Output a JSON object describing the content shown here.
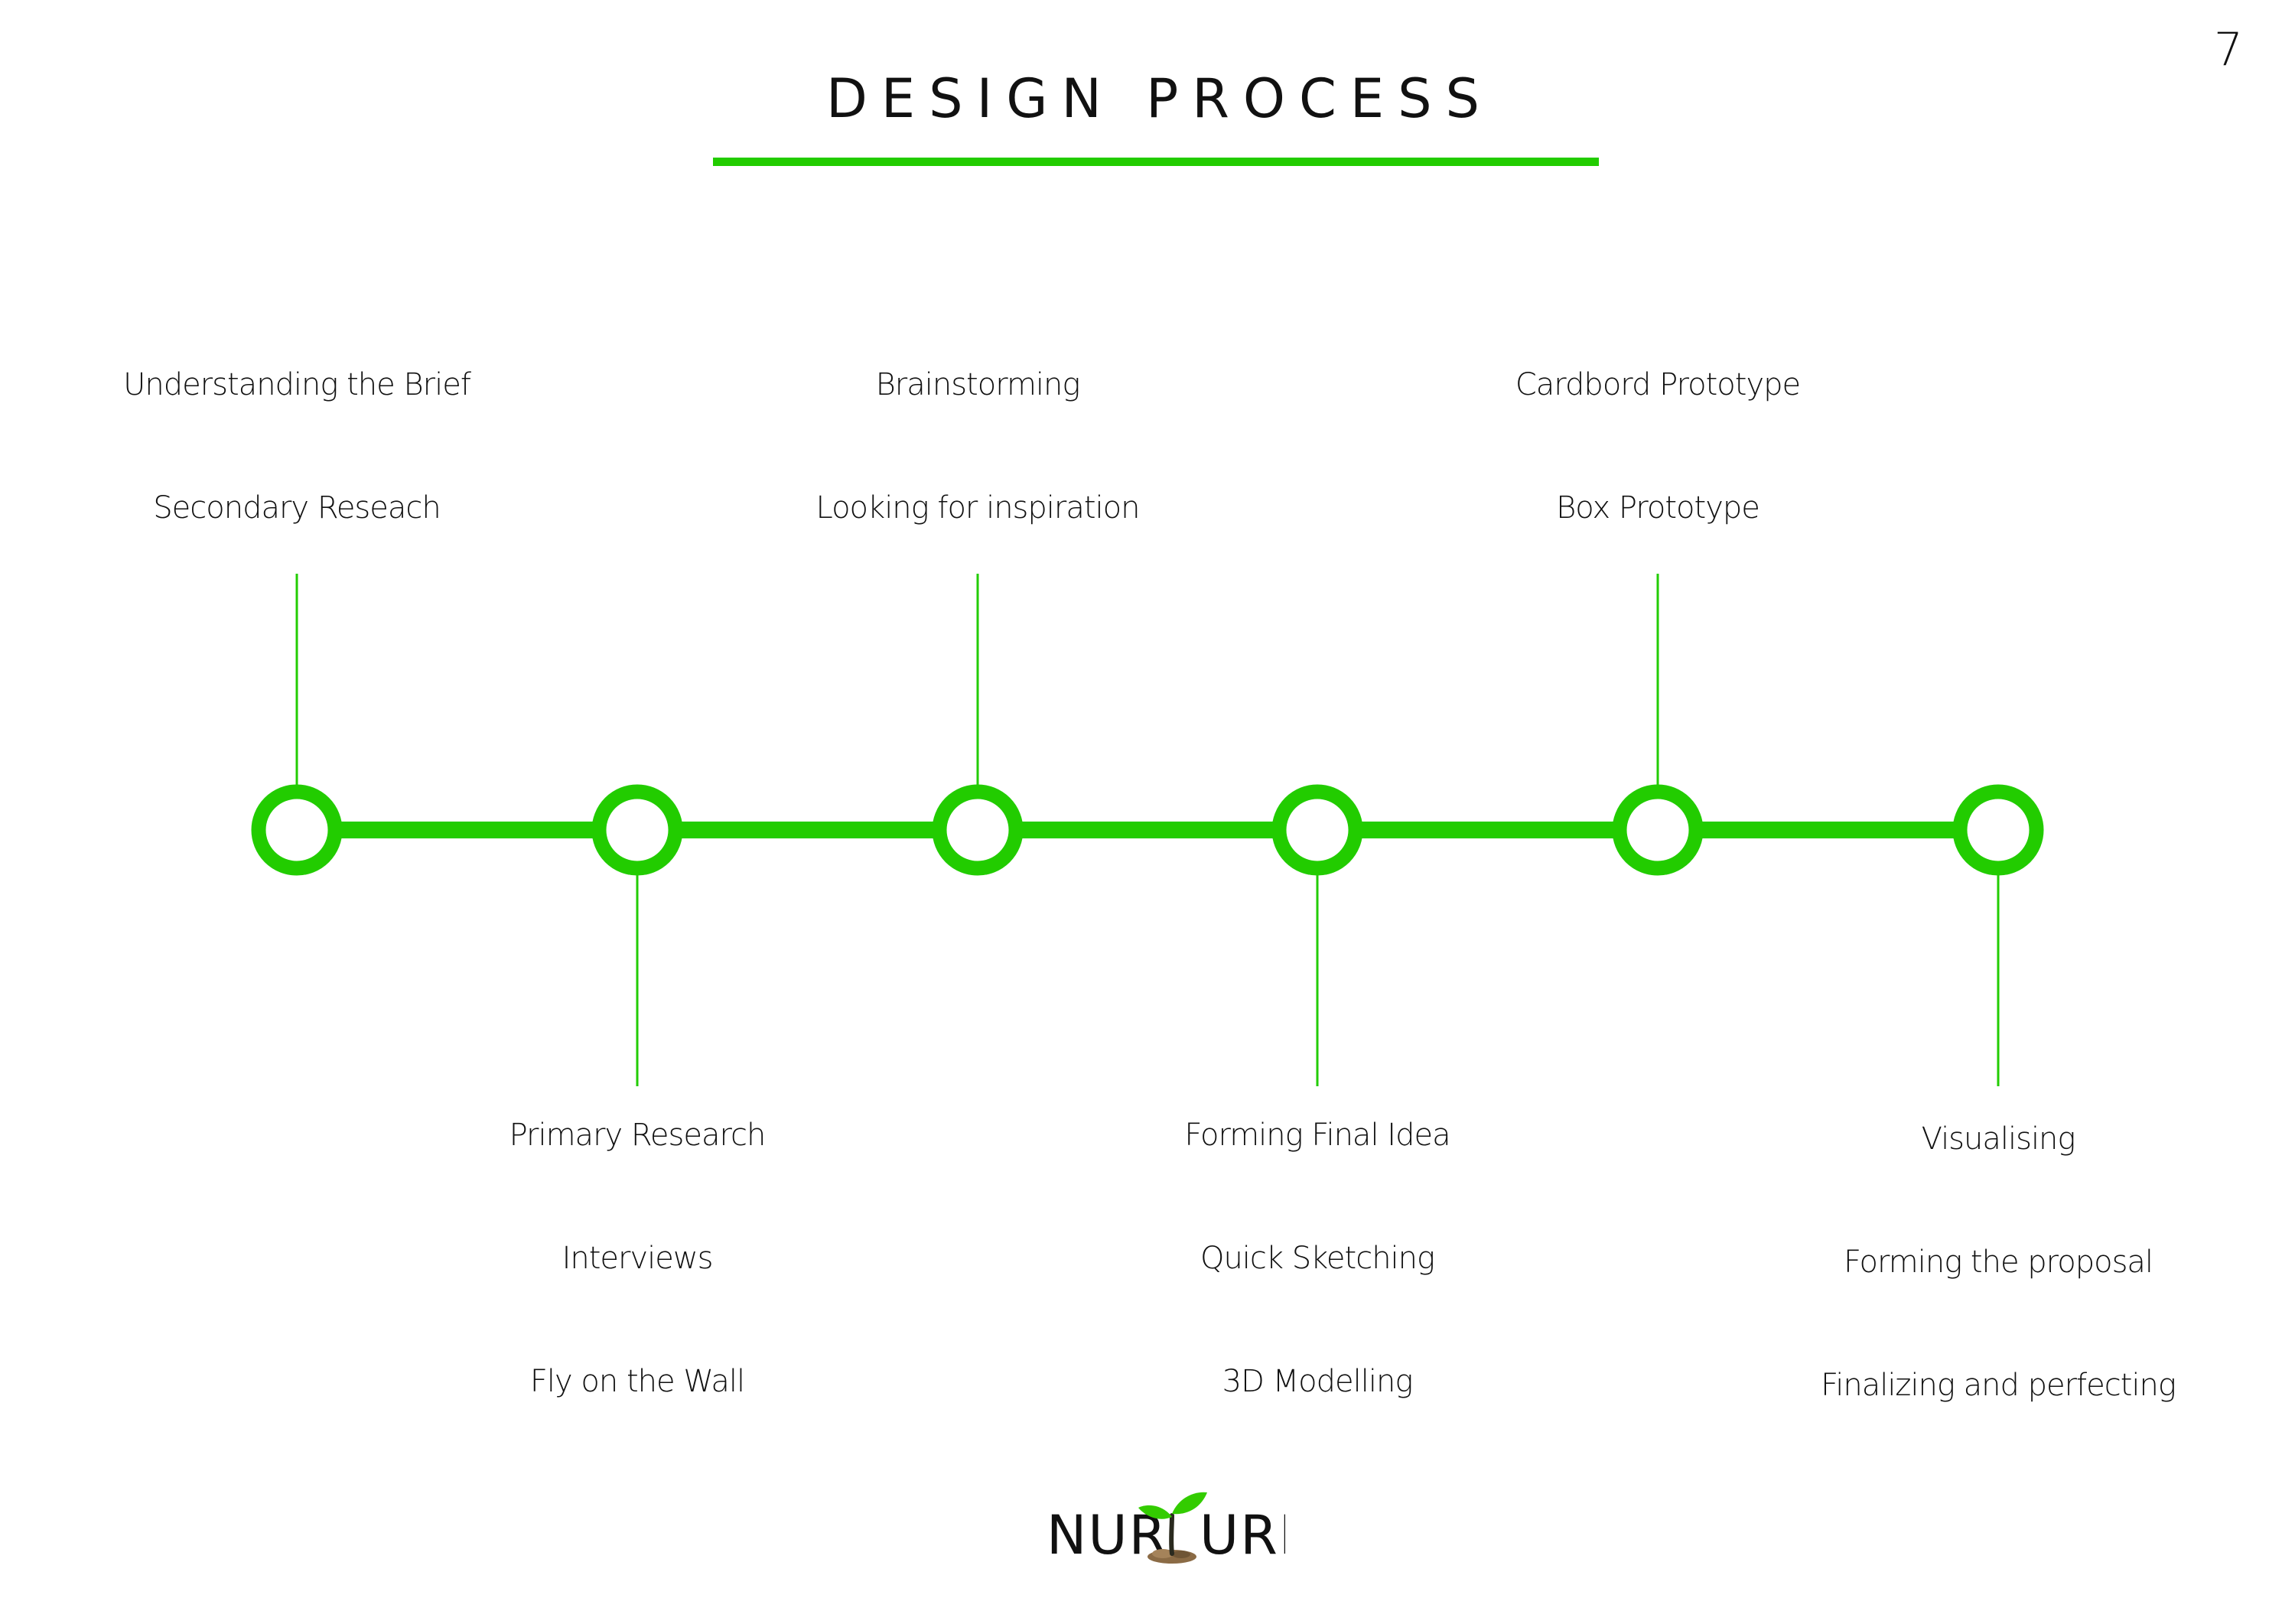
{
  "page": {
    "number": "7",
    "title": "DESIGN PROCESS"
  },
  "colors": {
    "accent": "#22cc00",
    "text": "#111111",
    "background": "#ffffff",
    "logo_leaf": "#33cc00",
    "logo_soil": "#8b6b45"
  },
  "stages": [
    {
      "labels": [
        "Understanding the Brief",
        "Secondary Reseach"
      ]
    },
    {
      "labels": [
        "Primary Research",
        "Interviews",
        "Fly on the Wall"
      ]
    },
    {
      "labels": [
        "Brainstorming",
        "Looking for inspiration"
      ]
    },
    {
      "labels": [
        "Forming Final Idea",
        "Quick Sketching",
        "3D Modelling"
      ]
    },
    {
      "labels": [
        "Cardbord Prototype",
        "Box Prototype"
      ]
    },
    {
      "labels": [
        "Visualising",
        "Forming the proposal",
        "Finalizing and perfecting"
      ]
    }
  ],
  "logo": {
    "text": "NURTURE",
    "icon": "sprout-icon"
  }
}
